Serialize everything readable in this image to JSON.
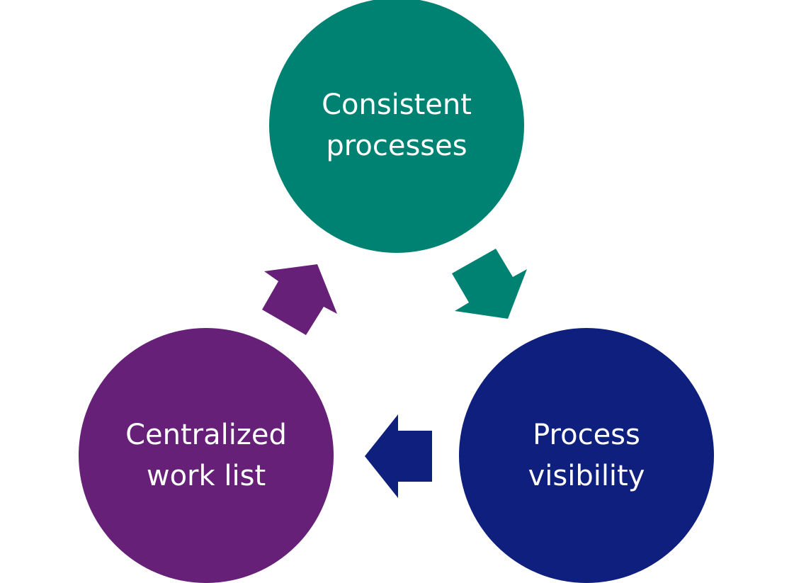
{
  "nodes": [
    {
      "label": "Consistent processes",
      "color": "#008272"
    },
    {
      "label": "Process visibility",
      "color": "#0F1F7D"
    },
    {
      "label": "Centralized work list",
      "color": "#662077"
    }
  ],
  "arrows": [
    {
      "from": "Consistent processes",
      "to": "Process visibility",
      "color": "#008272"
    },
    {
      "from": "Process visibility",
      "to": "Centralized work list",
      "color": "#0F1F7D"
    },
    {
      "from": "Centralized work list",
      "to": "Consistent processes",
      "color": "#662077"
    }
  ]
}
